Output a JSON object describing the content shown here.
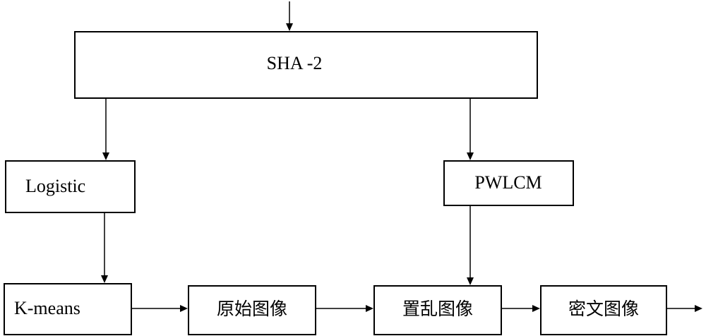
{
  "nodes": {
    "sha2": "SHA -2",
    "logistic": "Logistic",
    "pwlcm": "PWLCM",
    "kmeans": "K-means",
    "original_image": "原始图像",
    "scrambled_image": "置乱图像",
    "cipher_image": "密文图像"
  }
}
